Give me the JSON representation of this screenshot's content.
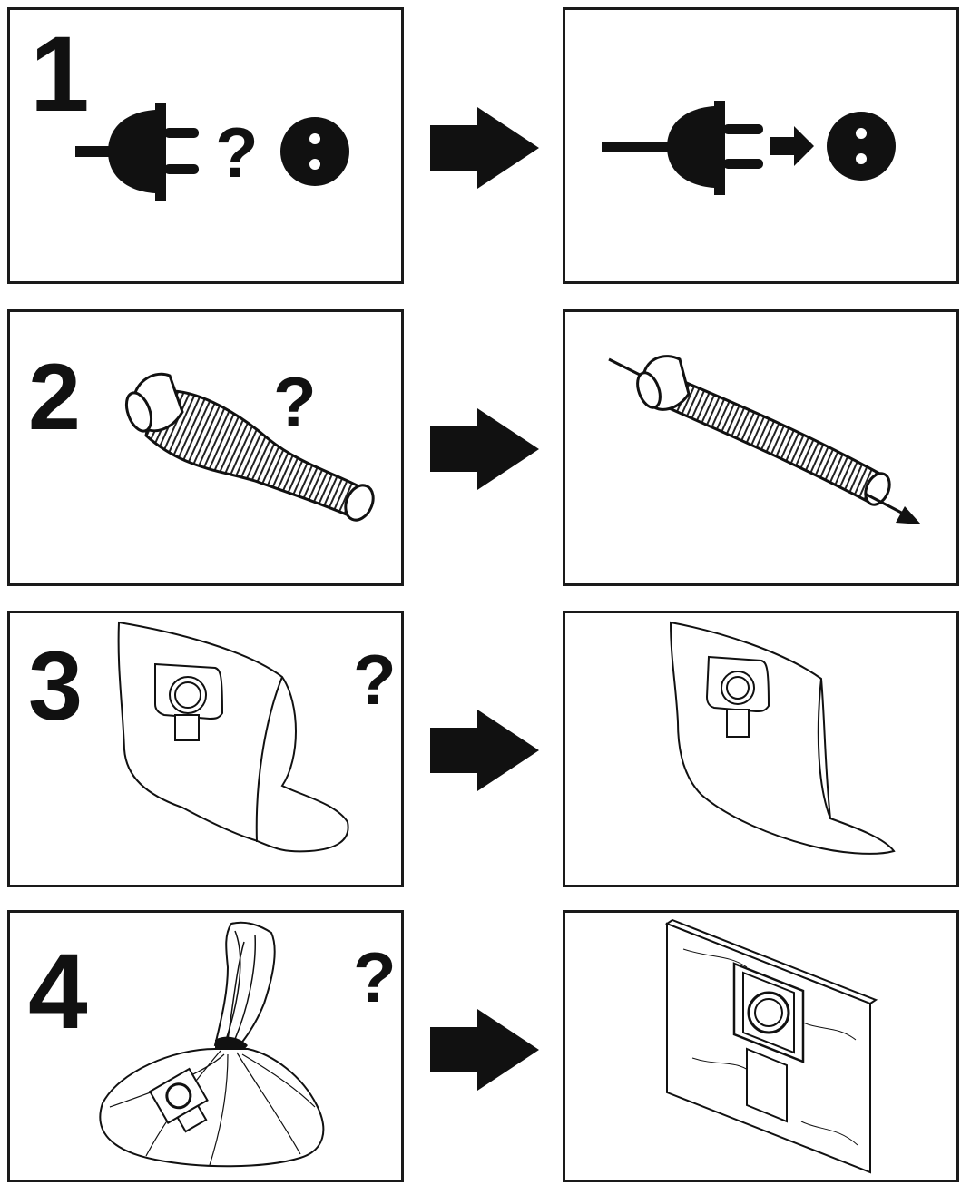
{
  "steps": [
    {
      "number": "1",
      "question": "?"
    },
    {
      "number": "2",
      "question": "?"
    },
    {
      "number": "3",
      "question": "?"
    },
    {
      "number": "4",
      "question": "?"
    }
  ],
  "colors": {
    "ink": "#111111",
    "border": "#1a1a1a",
    "background": "#ffffff"
  },
  "icons": [
    "plug-icon",
    "socket-icon",
    "hose-icon",
    "dust-bag-icon",
    "tied-bag-icon",
    "right-arrow-icon"
  ]
}
